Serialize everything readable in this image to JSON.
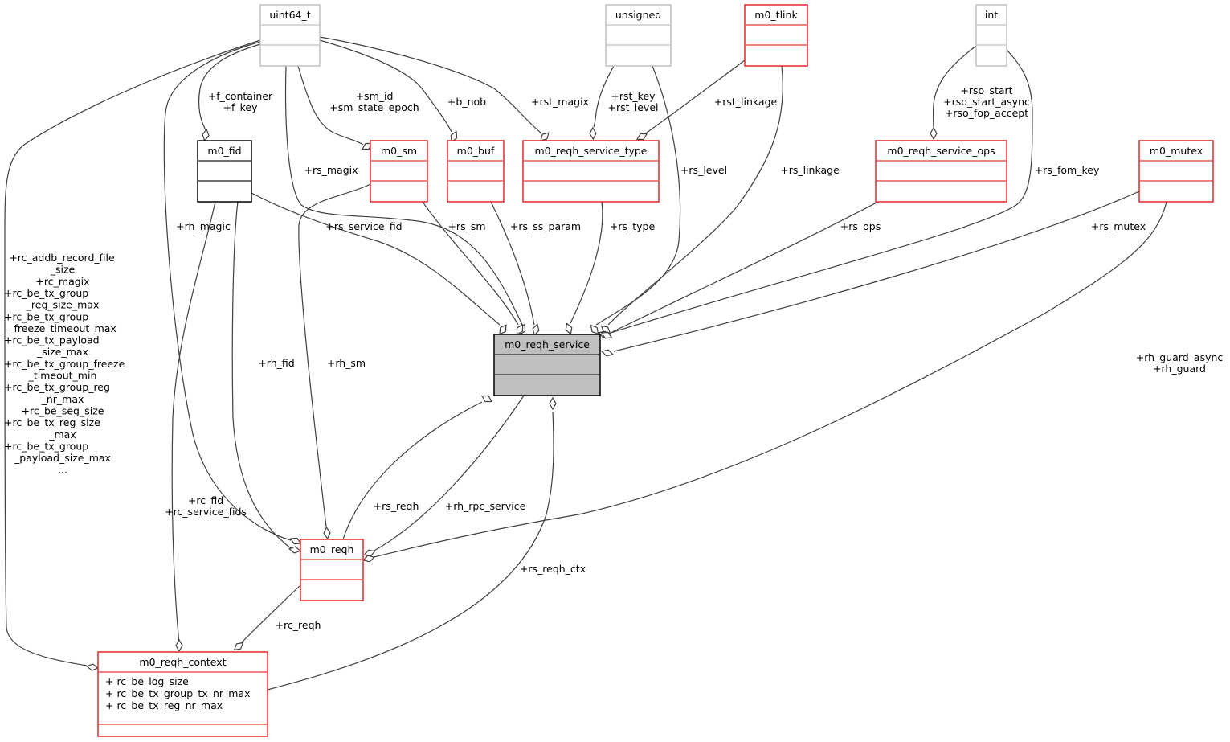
{
  "diagram": {
    "title": "m0_reqh_service collaboration diagram",
    "colors": {
      "focus_fill": "#bfbfbf",
      "red_border": "#e8262b",
      "gray_border": "#bfbfbf",
      "edge": "#404040"
    },
    "nodes": [
      {
        "id": "uint64_t",
        "label": "uint64_t",
        "style": "gray",
        "members": []
      },
      {
        "id": "unsigned",
        "label": "unsigned",
        "style": "gray",
        "members": []
      },
      {
        "id": "m0_tlink",
        "label": "m0_tlink",
        "style": "red",
        "members": []
      },
      {
        "id": "int",
        "label": "int",
        "style": "gray",
        "members": []
      },
      {
        "id": "m0_fid",
        "label": "m0_fid",
        "style": "black",
        "members": []
      },
      {
        "id": "m0_sm",
        "label": "m0_sm",
        "style": "red",
        "members": []
      },
      {
        "id": "m0_buf",
        "label": "m0_buf",
        "style": "red",
        "members": []
      },
      {
        "id": "m0_reqh_service_type",
        "label": "m0_reqh_service_type",
        "style": "red",
        "members": []
      },
      {
        "id": "m0_reqh_service_ops",
        "label": "m0_reqh_service_ops",
        "style": "red",
        "members": []
      },
      {
        "id": "m0_mutex",
        "label": "m0_mutex",
        "style": "red",
        "members": []
      },
      {
        "id": "m0_reqh_service",
        "label": "m0_reqh_service",
        "style": "focus",
        "members": []
      },
      {
        "id": "m0_reqh",
        "label": "m0_reqh",
        "style": "red",
        "members": []
      },
      {
        "id": "m0_reqh_context",
        "label": "m0_reqh_context",
        "style": "red",
        "members": [
          "+ rc_be_log_size",
          "+ rc_be_tx_group_tx_nr_max",
          "+ rc_be_tx_reg_nr_max"
        ]
      }
    ],
    "edges": [
      {
        "from": "uint64_t",
        "to": "m0_fid",
        "labels": [
          "+f_container",
          "+f_key"
        ]
      },
      {
        "from": "uint64_t",
        "to": "m0_sm",
        "labels": [
          "+sm_id",
          "+sm_state_epoch"
        ]
      },
      {
        "from": "uint64_t",
        "to": "m0_buf",
        "labels": [
          "+b_nob"
        ]
      },
      {
        "from": "uint64_t",
        "to": "m0_reqh_service_type",
        "labels": [
          "+rst_magix"
        ]
      },
      {
        "from": "unsigned",
        "to": "m0_reqh_service_type",
        "labels": [
          "+rst_key",
          "+rst_level"
        ]
      },
      {
        "from": "m0_tlink",
        "to": "m0_reqh_service_type",
        "labels": [
          "+rst_linkage"
        ]
      },
      {
        "from": "int",
        "to": "m0_reqh_service_ops",
        "labels": [
          "+rso_start",
          "+rso_start_async",
          "+rso_fop_accept"
        ]
      },
      {
        "from": "uint64_t",
        "to": "m0_reqh_service",
        "labels": [
          "+rs_magix"
        ]
      },
      {
        "from": "m0_fid",
        "to": "m0_reqh_service",
        "labels": [
          "+rs_service_fid"
        ]
      },
      {
        "from": "m0_sm",
        "to": "m0_reqh_service",
        "labels": [
          "+rs_sm"
        ]
      },
      {
        "from": "m0_buf",
        "to": "m0_reqh_service",
        "labels": [
          "+rs_ss_param"
        ]
      },
      {
        "from": "m0_reqh_service_type",
        "to": "m0_reqh_service",
        "labels": [
          "+rs_type"
        ]
      },
      {
        "from": "unsigned",
        "to": "m0_reqh_service",
        "labels": [
          "+rs_level"
        ]
      },
      {
        "from": "m0_tlink",
        "to": "m0_reqh_service",
        "labels": [
          "+rs_linkage"
        ]
      },
      {
        "from": "int",
        "to": "m0_reqh_service",
        "labels": [
          "+rs_fom_key"
        ]
      },
      {
        "from": "m0_reqh_service_ops",
        "to": "m0_reqh_service",
        "labels": [
          "+rs_ops"
        ]
      },
      {
        "from": "m0_mutex",
        "to": "m0_reqh_service",
        "labels": [
          "+rs_mutex"
        ]
      },
      {
        "from": "m0_reqh",
        "to": "m0_reqh_service",
        "labels": [
          "+rs_reqh"
        ]
      },
      {
        "from": "m0_reqh_context",
        "to": "m0_reqh_service",
        "labels": [
          "+rs_reqh_ctx"
        ]
      },
      {
        "from": "uint64_t",
        "to": "m0_reqh",
        "labels": [
          "+rh_magic"
        ]
      },
      {
        "from": "m0_fid",
        "to": "m0_reqh",
        "labels": [
          "+rh_fid"
        ]
      },
      {
        "from": "m0_sm",
        "to": "m0_reqh",
        "labels": [
          "+rh_sm"
        ]
      },
      {
        "from": "m0_reqh_service",
        "to": "m0_reqh",
        "labels": [
          "+rh_rpc_service"
        ]
      },
      {
        "from": "m0_mutex",
        "to": "m0_reqh",
        "labels": [
          "+rh_guard_async",
          "+rh_guard"
        ]
      },
      {
        "from": "m0_fid",
        "to": "m0_reqh_context",
        "labels": [
          "+rc_fid",
          "+rc_service_fids"
        ]
      },
      {
        "from": "m0_reqh",
        "to": "m0_reqh_context",
        "labels": [
          "+rc_reqh"
        ]
      },
      {
        "from": "uint64_t",
        "to": "m0_reqh_context",
        "labels": [
          "+rc_addb_record_file",
          "_size",
          "+rc_magix",
          "+rc_be_tx_group",
          "_reg_size_max",
          "+rc_be_tx_group",
          "_freeze_timeout_max",
          "+rc_be_tx_payload",
          "_size_max",
          "+rc_be_tx_group_freeze",
          "_timeout_min",
          "+rc_be_tx_group_reg",
          "_nr_max",
          "+rc_be_seg_size",
          "+rc_be_tx_reg_size",
          "_max",
          "+rc_be_tx_group",
          "_payload_size_max",
          "..."
        ]
      }
    ]
  }
}
